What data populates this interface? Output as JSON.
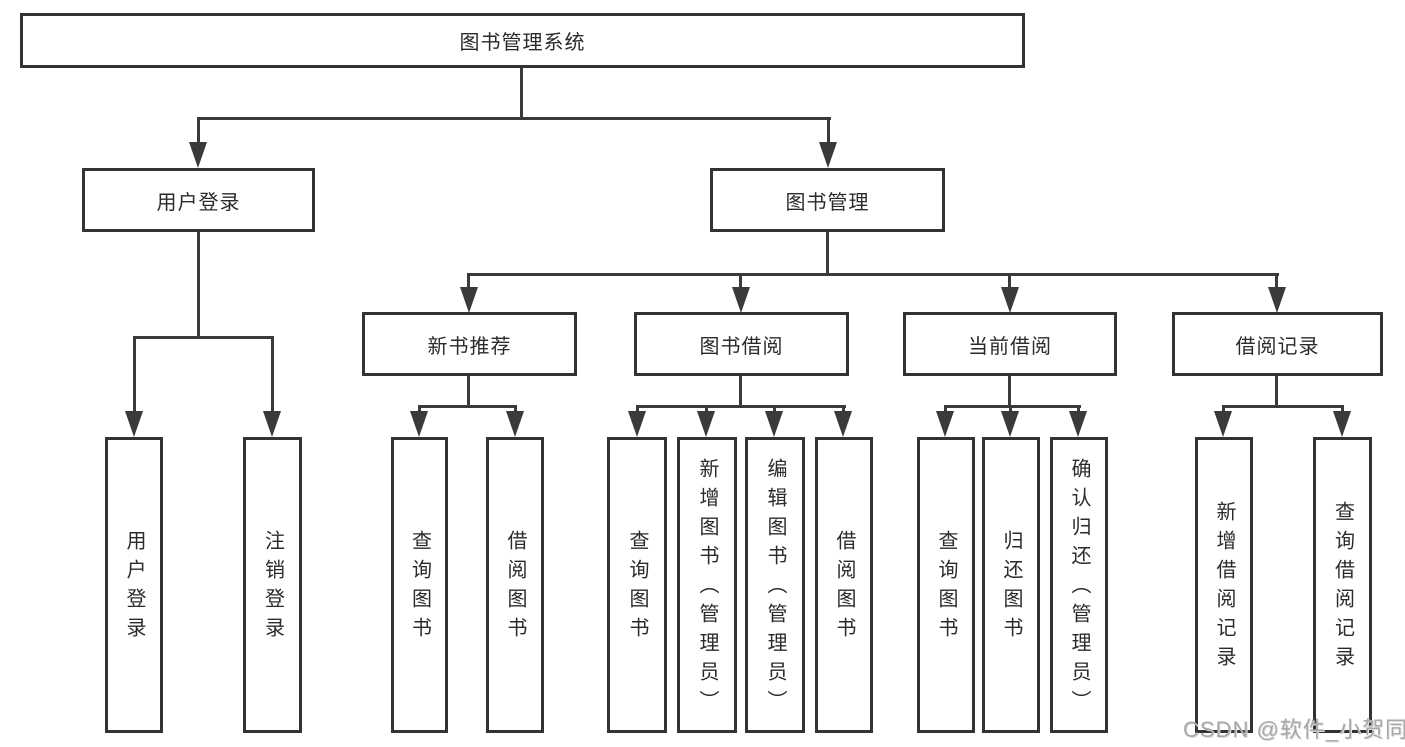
{
  "page": {
    "watermark": "CSDN @软件_小贺同学"
  },
  "colors": {
    "line": "#3a3a3a",
    "border": "#333333",
    "text": "#2b2b2b",
    "watermark": "#a8a8a8",
    "background": "#ffffff"
  },
  "tree": {
    "root": {
      "label": "图书管理系统"
    },
    "user_login": {
      "label": "用户登录",
      "children": [
        {
          "label": "用户登录"
        },
        {
          "label": "注销登录"
        }
      ]
    },
    "book_management": {
      "label": "图书管理",
      "children": [
        {
          "label": "新书推荐",
          "children": [
            {
              "label": "查询图书"
            },
            {
              "label": "借阅图书"
            }
          ]
        },
        {
          "label": "图书借阅",
          "children": [
            {
              "label": "查询图书"
            },
            {
              "label": "新增图书（管理员）"
            },
            {
              "label": "编辑图书（管理员）"
            },
            {
              "label": "借阅图书"
            }
          ]
        },
        {
          "label": "当前借阅",
          "children": [
            {
              "label": "查询图书"
            },
            {
              "label": "归还图书"
            },
            {
              "label": "确认归还（管理员）"
            }
          ]
        },
        {
          "label": "借阅记录",
          "children": [
            {
              "label": "新增借阅记录"
            },
            {
              "label": "查询借阅记录"
            }
          ]
        }
      ]
    }
  }
}
